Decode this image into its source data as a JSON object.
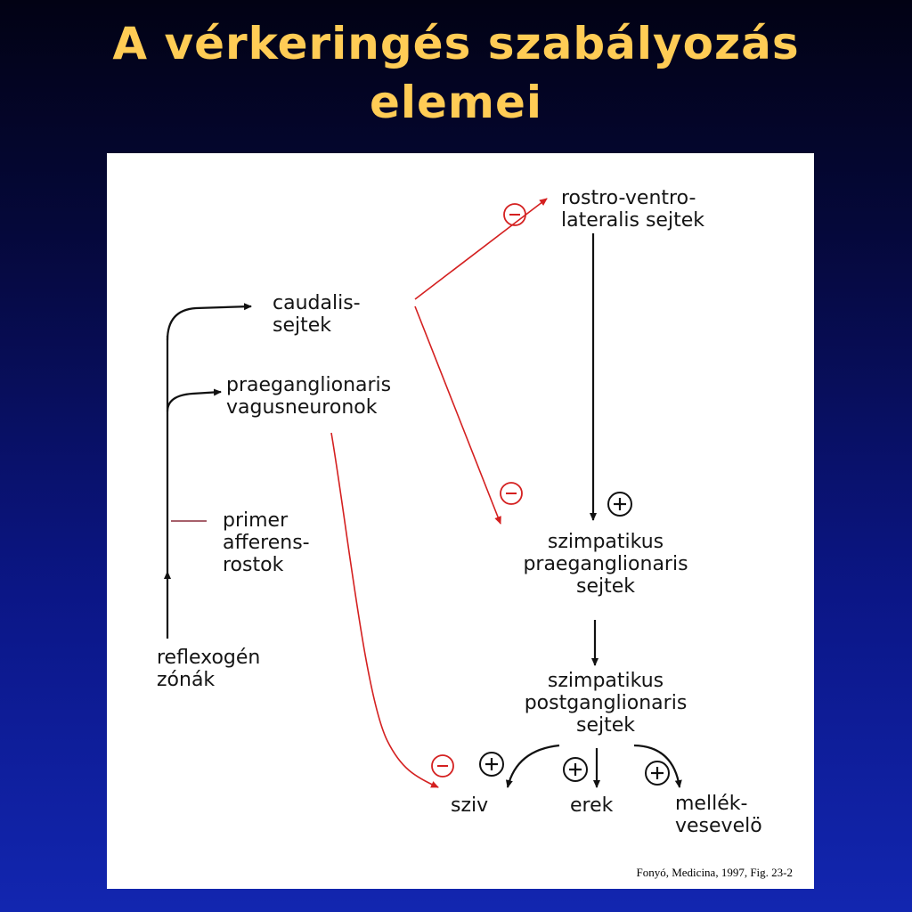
{
  "title": {
    "line1": "A vérkeringés szabályozás",
    "line2": "elemei"
  },
  "nodes": {
    "rostro_line1": "rostro-ventro-",
    "rostro_line2": "lateralis sejtek",
    "caudalis_line1": "caudalis-",
    "caudalis_line2": "sejtek",
    "vagus_line1": "praeganglionaris",
    "vagus_line2": "vagusneuronok",
    "primer_line1": "primer",
    "primer_line2": "afferens-",
    "primer_line3": "rostok",
    "reflex_line1": "reflexogén",
    "reflex_line2": "zónák",
    "praeg_line1": "szimpatikus",
    "praeg_line2": "praeganglionaris",
    "praeg_line3": "sejtek",
    "postg_line1": "szimpatikus",
    "postg_line2": "postganglionaris",
    "postg_line3": "sejtek",
    "sziv": "sziv",
    "erek": "erek",
    "mellek_line1": "mellék-",
    "mellek_line2": "vesevelö"
  },
  "signs": {
    "inhibitory": "−",
    "excitatory": "+"
  },
  "colors": {
    "title": "#ffcc55",
    "inhibitory_arrow": "#d42020",
    "arrow": "#111111",
    "panel": "#ffffff"
  },
  "caption": "Fonyó, Medicina, 1997, Fig. 23-2"
}
